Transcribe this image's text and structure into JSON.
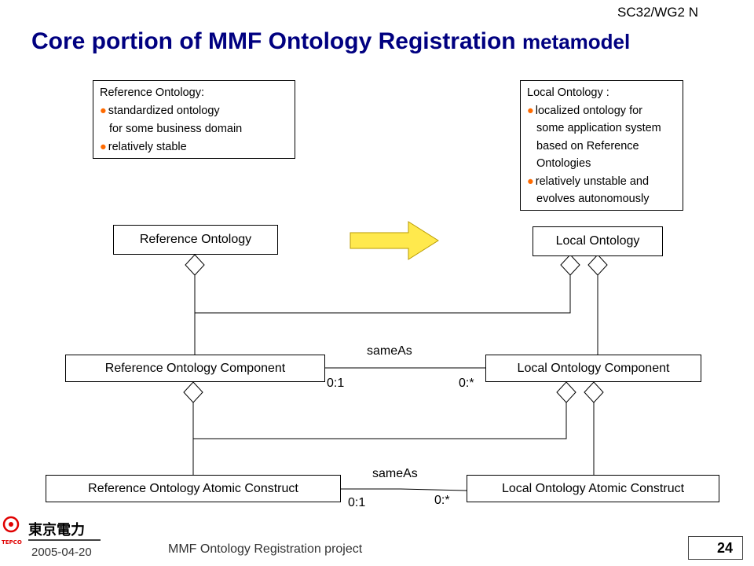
{
  "header": {
    "doc_id": "SC32/WG2 N",
    "title_main": "Core portion of MMF Ontology Registration",
    "title_tail": "metamodel"
  },
  "notes": {
    "reference": {
      "heading": "Reference Ontology:",
      "bullets": [
        "standardized ontology",
        "for some business domain",
        "relatively stable"
      ]
    },
    "local": {
      "heading": "Local Ontology :",
      "bullets": [
        "localized ontology for",
        "some application system",
        "based on Reference",
        "Ontologies",
        "relatively unstable and",
        "evolves autonomously"
      ]
    }
  },
  "boxes": {
    "ref_ontology": "Reference Ontology",
    "local_ontology": "Local Ontology",
    "ref_component": "Reference Ontology Component",
    "local_component": "Local Ontology Component",
    "ref_atomic": "Reference Ontology Atomic Construct",
    "local_atomic": "Local Ontology Atomic Construct"
  },
  "associations": {
    "component_link": {
      "name": "sameAs",
      "left_mult": "0:1",
      "right_mult": "0:*"
    },
    "atomic_link": {
      "name": "sameAs",
      "left_mult": "0:1",
      "right_mult": "0:*"
    }
  },
  "footer": {
    "logo_text": "東京電力",
    "logo_sub": "TEPCO",
    "date": "2005-04-20",
    "project": "MMF Ontology Registration project",
    "page_number": "24"
  },
  "colors": {
    "title": "#000080",
    "bullet": "#ff6a00",
    "arrow_fill": "#ffe94d",
    "logo_red": "#e00000"
  }
}
